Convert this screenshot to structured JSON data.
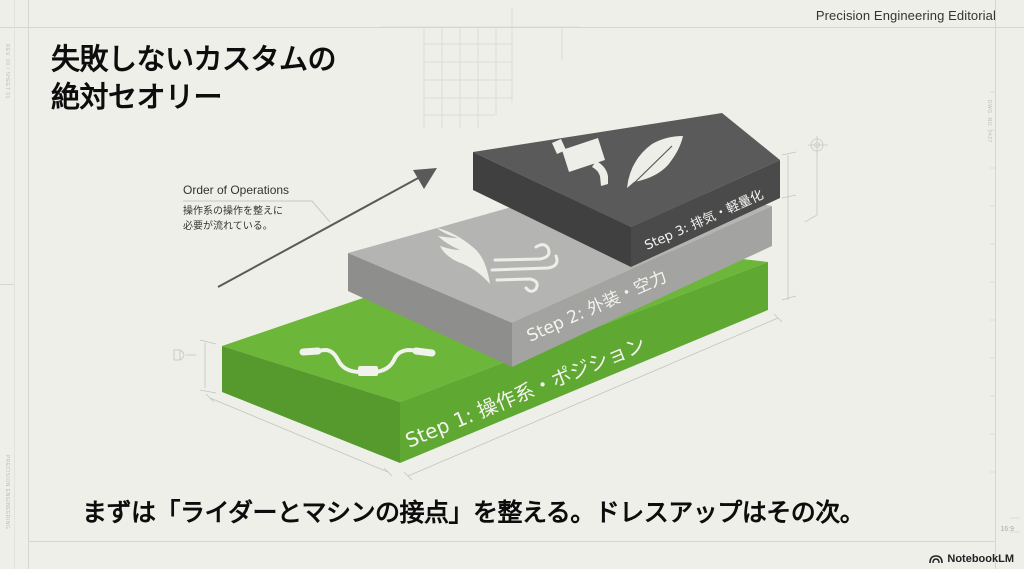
{
  "header": {
    "brand": "Precision Engineering Editorial"
  },
  "title": {
    "line1": "失敗しないカスタムの",
    "line2": "絶対セオリー"
  },
  "annotation": {
    "heading": "Order of Operations",
    "body_line1": "操作系の操作を整えに",
    "body_line2": "必要が流れている。"
  },
  "steps": [
    {
      "label": "Step 1: 操作系・ポジション",
      "icon": "handlebar-icon",
      "color_top": "#6cb63a",
      "color_front": "#5a9e2f",
      "color_side": "#4f8c29"
    },
    {
      "label": "Step 2: 外装・空力",
      "icons": [
        "wing-icon",
        "wind-icon"
      ],
      "color_top": "#b4b4b2",
      "color_front": "#9a9a98",
      "color_side": "#8a8a88"
    },
    {
      "label": "Step 3: 排気・軽量化",
      "icons": [
        "muffler-icon",
        "feather-icon"
      ],
      "color_top": "#5a5a5a",
      "color_front": "#454545",
      "color_side": "#3c3c3c"
    }
  ],
  "tagline": "まずは「ライダーとマシンの接点」を整える。ドレスアップはその次。",
  "footer": {
    "aspect": "16:9",
    "brand": "NotebookLM",
    "brand_icon": "notebooklm-logo-icon"
  },
  "side_notes": {
    "left_top": "REV. 00 / SHEET 01",
    "left_bottom": "PRECISION ENGINEERING",
    "right_top": "DWG. NO. 0427"
  }
}
